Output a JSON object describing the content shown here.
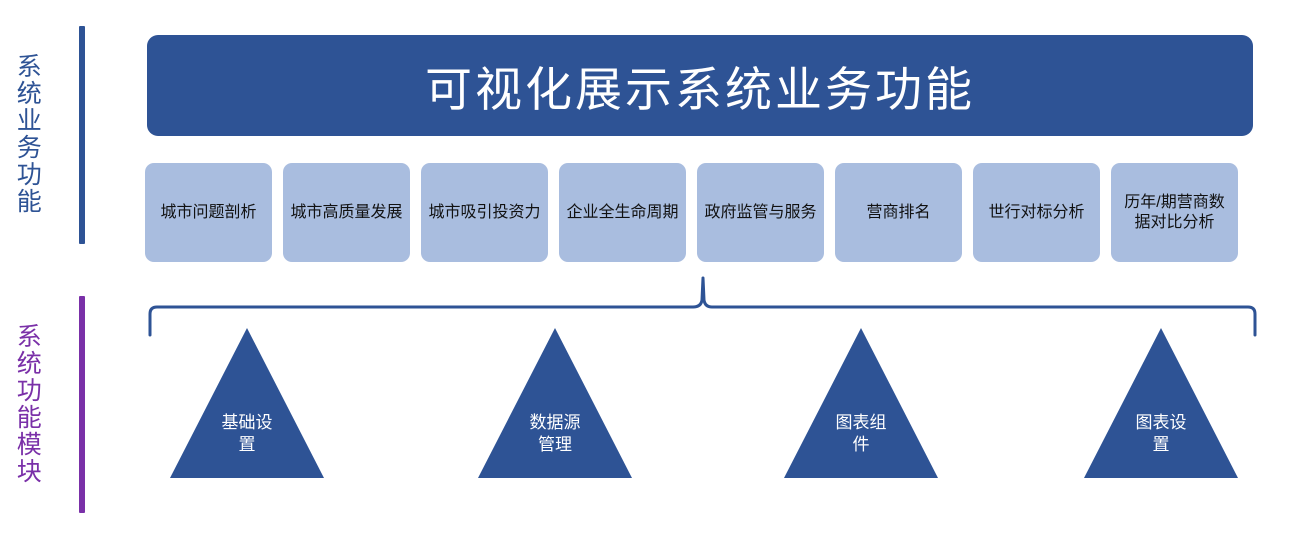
{
  "diagram": {
    "title_banner": {
      "text": "可视化展示系统业务功能",
      "color": "#2E5395"
    },
    "sections": [
      {
        "label": "系统业务功能",
        "color": "#2E5395"
      },
      {
        "label": "系统功能模块",
        "color": "#7A30A8"
      }
    ],
    "business_functions": {
      "box_color": "#A9BDDF",
      "items": [
        {
          "label": "城市问题剖析"
        },
        {
          "label": "城市高质量发展"
        },
        {
          "label": "城市吸引投资力"
        },
        {
          "label": "企业全生命周期"
        },
        {
          "label": "政府监管与服务"
        },
        {
          "label": "营商排名"
        },
        {
          "label": "世行对标分析"
        },
        {
          "label": "历年/期营商数据对比分析"
        }
      ]
    },
    "function_modules": {
      "shape_color": "#2E5395",
      "items": [
        {
          "label": "基础设\n置"
        },
        {
          "label": "数据源\n管理"
        },
        {
          "label": "图表组\n件"
        },
        {
          "label": "图表设\n置"
        }
      ]
    },
    "brace": {
      "color": "#2E5395"
    }
  }
}
